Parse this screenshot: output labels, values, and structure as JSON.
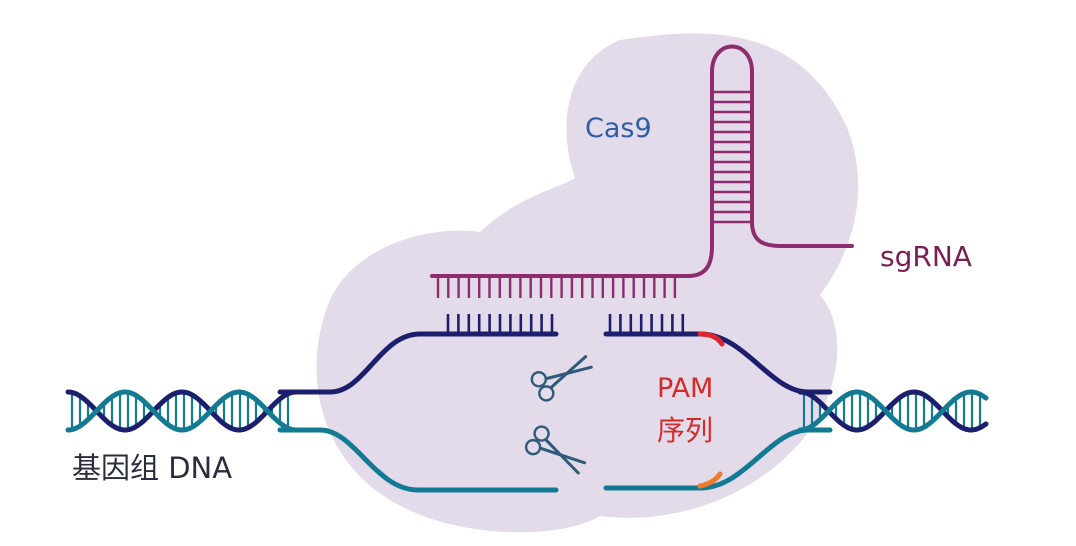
{
  "labels": {
    "cas9": "Cas9",
    "sgrna": "sgRNA",
    "pam_line1": "PAM",
    "pam_line2": "序列",
    "genomic_dna": "基因组 DNA"
  },
  "colors": {
    "cas9_blob": "#e3dbea",
    "cas9_text": "#2f5ea8",
    "sgrna": "#8e2c6e",
    "sgrna_text": "#7a1f55",
    "dna_top_strand": "#1c1f6e",
    "dna_bottom_strand": "#137a94",
    "pam_top": "#e0252a",
    "pam_bottom": "#f07a2a",
    "pam_text": "#d42a2a",
    "scissors": "#2f5a7a",
    "genomic_text": "#2a2d3e"
  },
  "icons": {
    "cut_site_top": "scissors-icon",
    "cut_site_bottom": "scissors-icon"
  }
}
